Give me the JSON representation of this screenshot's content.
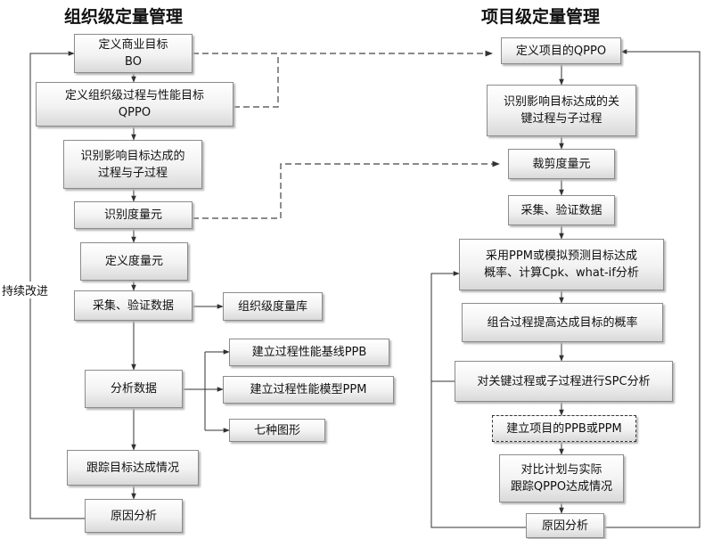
{
  "left": {
    "title": "组织级定量管理",
    "nodes": {
      "bo": "定义商业目标\nBO",
      "qppo": "定义组织级过程与性能目标\nQPPO",
      "identify_process": "识别影响目标达成的\n过程与子过程",
      "identify_measure": "识别度量元",
      "define_measure": "定义度量元",
      "collect": "采集、验证数据",
      "repository": "组织级度量库",
      "analyze": "分析数据",
      "ppb": "建立过程性能基线PPB",
      "ppm": "建立过程性能模型PPM",
      "seven": "七种图形",
      "track": "跟踪目标达成情况",
      "cause": "原因分析"
    },
    "loop_label": "持续改进"
  },
  "right": {
    "title": "项目级定量管理",
    "nodes": {
      "qppo": "定义项目的QPPO",
      "key_process": "识别影响目标达成的关\n键过程与子过程",
      "tailor": "裁剪度量元",
      "collect": "采集、验证数据",
      "predict": "采用PPM或模拟预测目标达成\n概率、计算Cpk、what-if分析",
      "combine": "组合过程提高达成目标的概率",
      "spc": "对关键过程或子过程进行SPC分析",
      "build": "建立项目的PPB或PPM",
      "compare": "对比计划与实际\n跟踪QPPO达成情况",
      "cause": "原因分析"
    }
  }
}
